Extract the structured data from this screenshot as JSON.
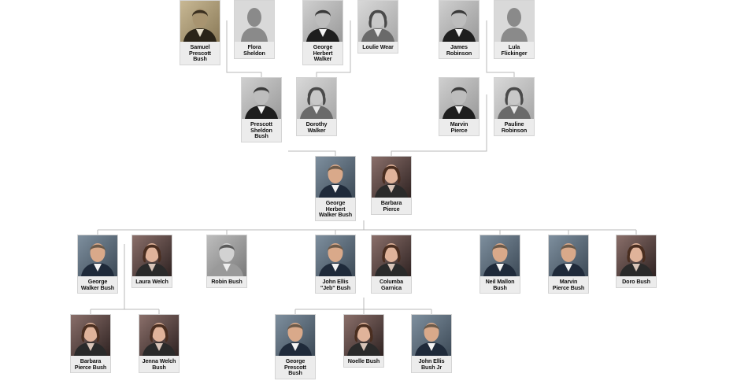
{
  "people": [
    {
      "id": "samuel",
      "name": "Samuel\nPrescott\nBush",
      "photo": "bw-man",
      "tone": "sepia"
    },
    {
      "id": "flora",
      "name": "Flora\nSheldon",
      "photo": "placeholder"
    },
    {
      "id": "gwalker",
      "name": "George\nHerbert\nWalker",
      "photo": "bw-man"
    },
    {
      "id": "loulie",
      "name": "Loulie Wear",
      "photo": "bw-woman"
    },
    {
      "id": "jrobinson",
      "name": "James\nRobinson",
      "photo": "bw-man"
    },
    {
      "id": "lula",
      "name": "Lula\nFlickinger",
      "photo": "placeholder"
    },
    {
      "id": "prescott",
      "name": "Prescott\nSheldon\nBush",
      "photo": "bw-man"
    },
    {
      "id": "dorothy",
      "name": "Dorothy\nWalker",
      "photo": "bw-woman"
    },
    {
      "id": "marvin_p",
      "name": "Marvin\nPierce",
      "photo": "bw-man"
    },
    {
      "id": "pauline",
      "name": "Pauline\nRobinson",
      "photo": "bw-woman"
    },
    {
      "id": "ghwb",
      "name": "George\nHerbert\nWalker Bush",
      "photo": "color-man"
    },
    {
      "id": "barbara_p",
      "name": "Barbara\nPierce",
      "photo": "color-woman"
    },
    {
      "id": "gwb",
      "name": "George\nWalker Bush",
      "photo": "color-man"
    },
    {
      "id": "laura",
      "name": "Laura Welch",
      "photo": "color-woman"
    },
    {
      "id": "robin",
      "name": "Robin Bush",
      "photo": "bw-child"
    },
    {
      "id": "jeb",
      "name": "John Ellis\n\"Jeb\" Bush",
      "photo": "color-man"
    },
    {
      "id": "columba",
      "name": "Columba\nGarnica",
      "photo": "color-woman"
    },
    {
      "id": "neil",
      "name": "Neil Mallon\nBush",
      "photo": "color-man"
    },
    {
      "id": "marvin_b",
      "name": "Marvin\nPierce Bush",
      "photo": "color-man"
    },
    {
      "id": "doro",
      "name": "Doro Bush",
      "photo": "color-woman"
    },
    {
      "id": "barbara_b",
      "name": "Barbara\nPierce Bush",
      "photo": "color-woman"
    },
    {
      "id": "jenna",
      "name": "Jenna Welch\nBush",
      "photo": "color-woman"
    },
    {
      "id": "gpb",
      "name": "George\nPrescott\nBush",
      "photo": "color-man"
    },
    {
      "id": "noelle",
      "name": "Noelle Bush",
      "photo": "color-woman"
    },
    {
      "id": "jebjr",
      "name": "John Ellis\nBush Jr",
      "photo": "color-man"
    }
  ],
  "colors": {
    "card_bg": "#ececec",
    "card_border": "#d4d4d4",
    "line": "#b8b8b8",
    "placeholder_bg": "#d9d9d9",
    "placeholder_fg": "#8a8a8a"
  }
}
